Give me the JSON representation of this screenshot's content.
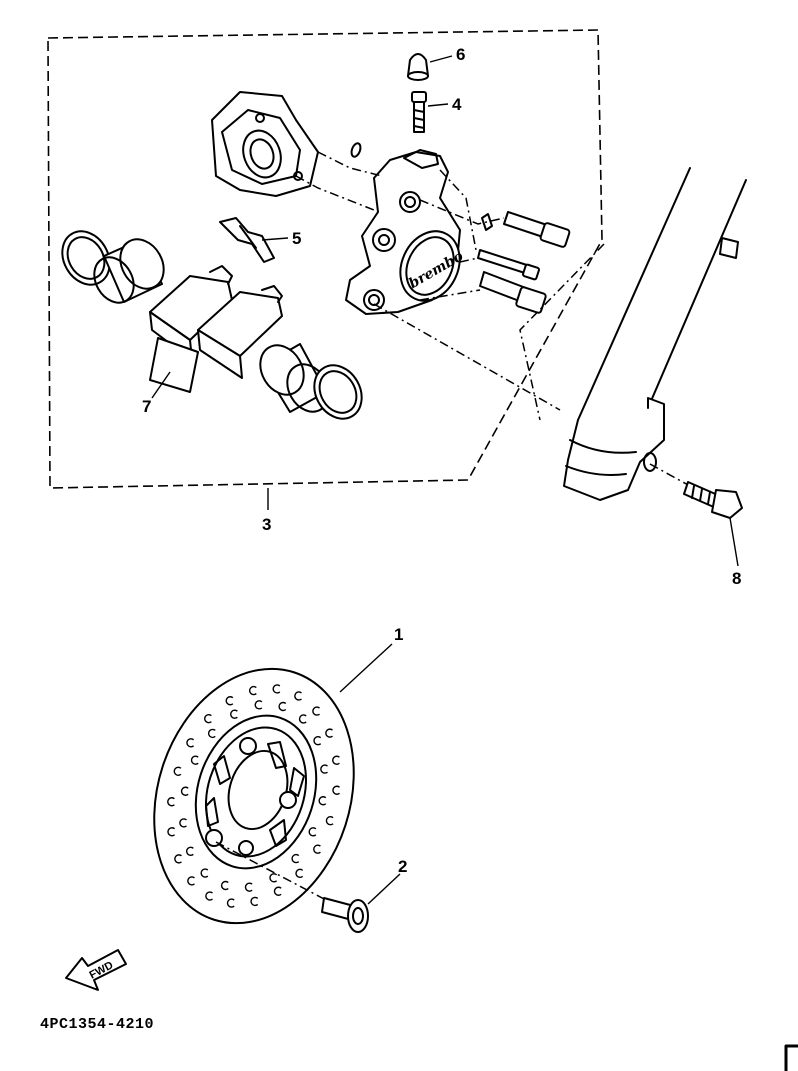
{
  "diagram": {
    "callouts": [
      {
        "id": "1",
        "text": "1"
      },
      {
        "id": "2",
        "text": "2"
      },
      {
        "id": "3",
        "text": "3"
      },
      {
        "id": "4",
        "text": "4"
      },
      {
        "id": "5",
        "text": "5"
      },
      {
        "id": "6",
        "text": "6"
      },
      {
        "id": "7",
        "text": "7"
      },
      {
        "id": "8",
        "text": "8"
      }
    ],
    "caliper_brand": "brembo",
    "direction_arrow": "FWD",
    "drawing_code": "4PC1354-4210"
  }
}
